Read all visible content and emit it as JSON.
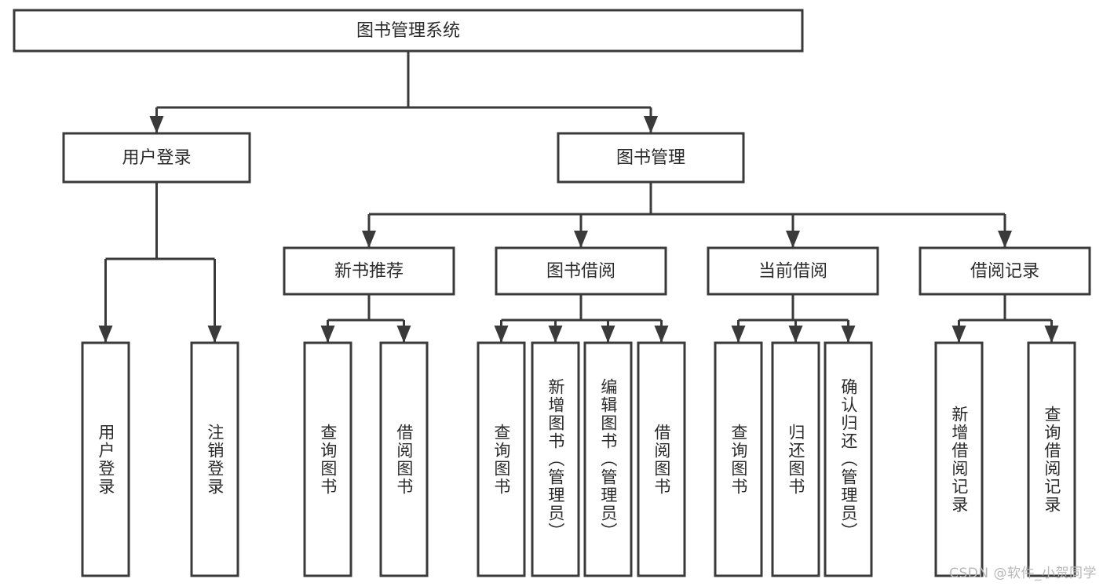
{
  "diagram": {
    "type": "tree",
    "title": "图书管理系统",
    "watermark": "CSDN @软件_小贺同学",
    "root": {
      "id": "root",
      "label": "图书管理系统"
    },
    "level2": [
      {
        "id": "user-login",
        "label": "用户登录"
      },
      {
        "id": "book-manage",
        "label": "图书管理"
      }
    ],
    "level3": [
      {
        "id": "new-book-rec",
        "label": "新书推荐",
        "parent": "book-manage"
      },
      {
        "id": "book-borrow",
        "label": "图书借阅",
        "parent": "book-manage"
      },
      {
        "id": "current-borrow",
        "label": "当前借阅",
        "parent": "book-manage"
      },
      {
        "id": "borrow-record",
        "label": "借阅记录",
        "parent": "book-manage"
      }
    ],
    "leaves": [
      {
        "id": "leaf-user-login",
        "label": "用户登录",
        "parent": "user-login"
      },
      {
        "id": "leaf-user-logout",
        "label": "注销登录",
        "parent": "user-login"
      },
      {
        "id": "leaf-query-book-1",
        "label": "查询图书",
        "parent": "new-book-rec"
      },
      {
        "id": "leaf-borrow-book-1",
        "label": "借阅图书",
        "parent": "new-book-rec"
      },
      {
        "id": "leaf-query-book-2",
        "label": "查询图书",
        "parent": "book-borrow"
      },
      {
        "id": "leaf-add-book",
        "label": "新增图书（管理员）",
        "parent": "book-borrow"
      },
      {
        "id": "leaf-edit-book",
        "label": "编辑图书（管理员）",
        "parent": "book-borrow"
      },
      {
        "id": "leaf-borrow-book-2",
        "label": "借阅图书",
        "parent": "book-borrow"
      },
      {
        "id": "leaf-query-book-3",
        "label": "查询图书",
        "parent": "current-borrow"
      },
      {
        "id": "leaf-return-book",
        "label": "归还图书",
        "parent": "current-borrow"
      },
      {
        "id": "leaf-confirm-return",
        "label": "确认归还（管理员）",
        "parent": "current-borrow"
      },
      {
        "id": "leaf-add-record",
        "label": "新增借阅记录",
        "parent": "borrow-record"
      },
      {
        "id": "leaf-query-record",
        "label": "查询借阅记录",
        "parent": "borrow-record"
      }
    ],
    "colors": {
      "stroke": "#3a3a3a",
      "box_fill": "#ffffff",
      "text": "#2b2b2b",
      "watermark": "#b8b8b8",
      "background": "#ffffff"
    }
  }
}
